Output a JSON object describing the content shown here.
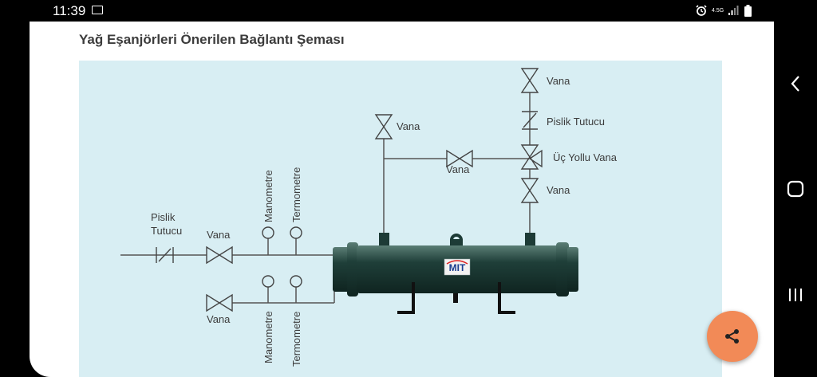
{
  "status_bar": {
    "time": "11:39",
    "network": "4.5G",
    "icons": [
      "gallery-icon",
      "alarm-icon",
      "network-icon",
      "signal-icon",
      "battery-icon"
    ]
  },
  "page": {
    "title": "Yağ Eşanjörleri Önerilen Bağlantı Şeması"
  },
  "diagram": {
    "labels": {
      "pislik_left_line1": "Pislik",
      "pislik_left_line2": "Tutucu",
      "vana_inlet": "Vana",
      "vana_outlet": "Vana",
      "manometre_top": "Manometre",
      "termometre_top": "Termometre",
      "manometre_bottom": "Manometre",
      "termometre_bottom": "Termometre",
      "vana_bypass_top": "Vana",
      "vana_bypass_mid": "Vana",
      "vana_right_top": "Vana",
      "pislik_right": "Pislik Tutucu",
      "uc_yollu_vana": "Üç Yollu Vana",
      "vana_right_bottom": "Vana",
      "logo": "MIT"
    },
    "colors": {
      "background": "#d8eef3",
      "pipe": "#555555",
      "exchanger_body": "#1d3b36"
    }
  },
  "nav": {
    "icons": [
      "back-icon",
      "home-icon",
      "recents-icon"
    ]
  },
  "fab": {
    "icon": "share-icon",
    "color": "#f28a57"
  }
}
